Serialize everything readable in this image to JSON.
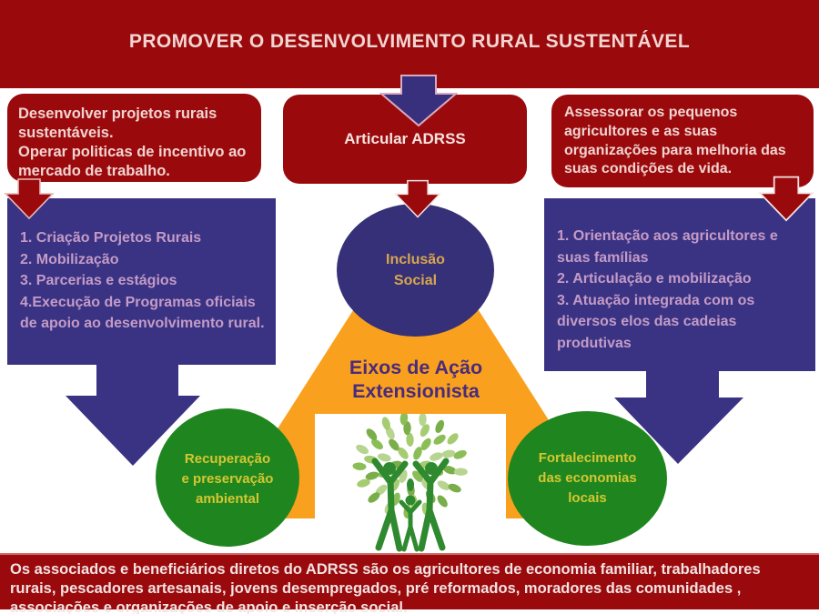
{
  "header": {
    "title": "PROMOVER O DESENVOLVIMENTO RURAL SUSTENTÁVEL"
  },
  "top_boxes": {
    "left": {
      "lines": [
        "Desenvolver projetos rurais sustentáveis.",
        "Operar politicas de incentivo ao mercado de trabalho."
      ]
    },
    "center": {
      "label": "Articular ADRSS"
    },
    "right": {
      "text": "Assessorar os pequenos agricultores e as suas organizações para melhoria das suas condições de vida."
    }
  },
  "detail_boxes": {
    "left": {
      "items": [
        "1. Criação Projetos Rurais",
        "2. Mobilização",
        "3. Parcerias e estágios",
        "4.Execução de Programas oficiais de apoio ao desenvolvimento rural."
      ]
    },
    "right": {
      "items": [
        "1. Orientação aos agricultores e suas famílias",
        "2. Articulação e mobilização",
        "3. Atuação integrada com os diversos elos das cadeias produtivas"
      ]
    }
  },
  "triangle": {
    "title_line1": "Eixos de Ação",
    "title_line2": "Extensionista"
  },
  "circles": {
    "top": {
      "line1": "Inclusão",
      "line2": "Social"
    },
    "left": {
      "lines": [
        "Recuperação",
        "e preservação",
        "ambiental"
      ]
    },
    "right": {
      "lines": [
        "Fortalecimento",
        "das economias",
        "locais"
      ]
    }
  },
  "footer": {
    "text": "Os associados e beneficiários diretos do ADRSS são os agricultores de economia familiar, trabalhadores rurais, pescadores artesanais, jovens desempregados, pré reformados, moradores das comunidades , associações e organizações de apoio  e inserção social."
  },
  "colors": {
    "dark_red": "#9a0a0c",
    "navy_arrow": "#38307c",
    "purple_box": "#3a3383",
    "purple_box_text": "#c49bc6",
    "navy_circle": "#353077",
    "orange_triangle": "#f9a11e",
    "green_circle": "#1f861f",
    "yellow_circle_text": "#d4c632",
    "gold_circle_text": "#d9a64e",
    "title_text": "#f2d5d2",
    "eixos_text": "#4a2b7b",
    "leaf_green": "#a6cc72",
    "figure_green": "#2f8a2f"
  }
}
